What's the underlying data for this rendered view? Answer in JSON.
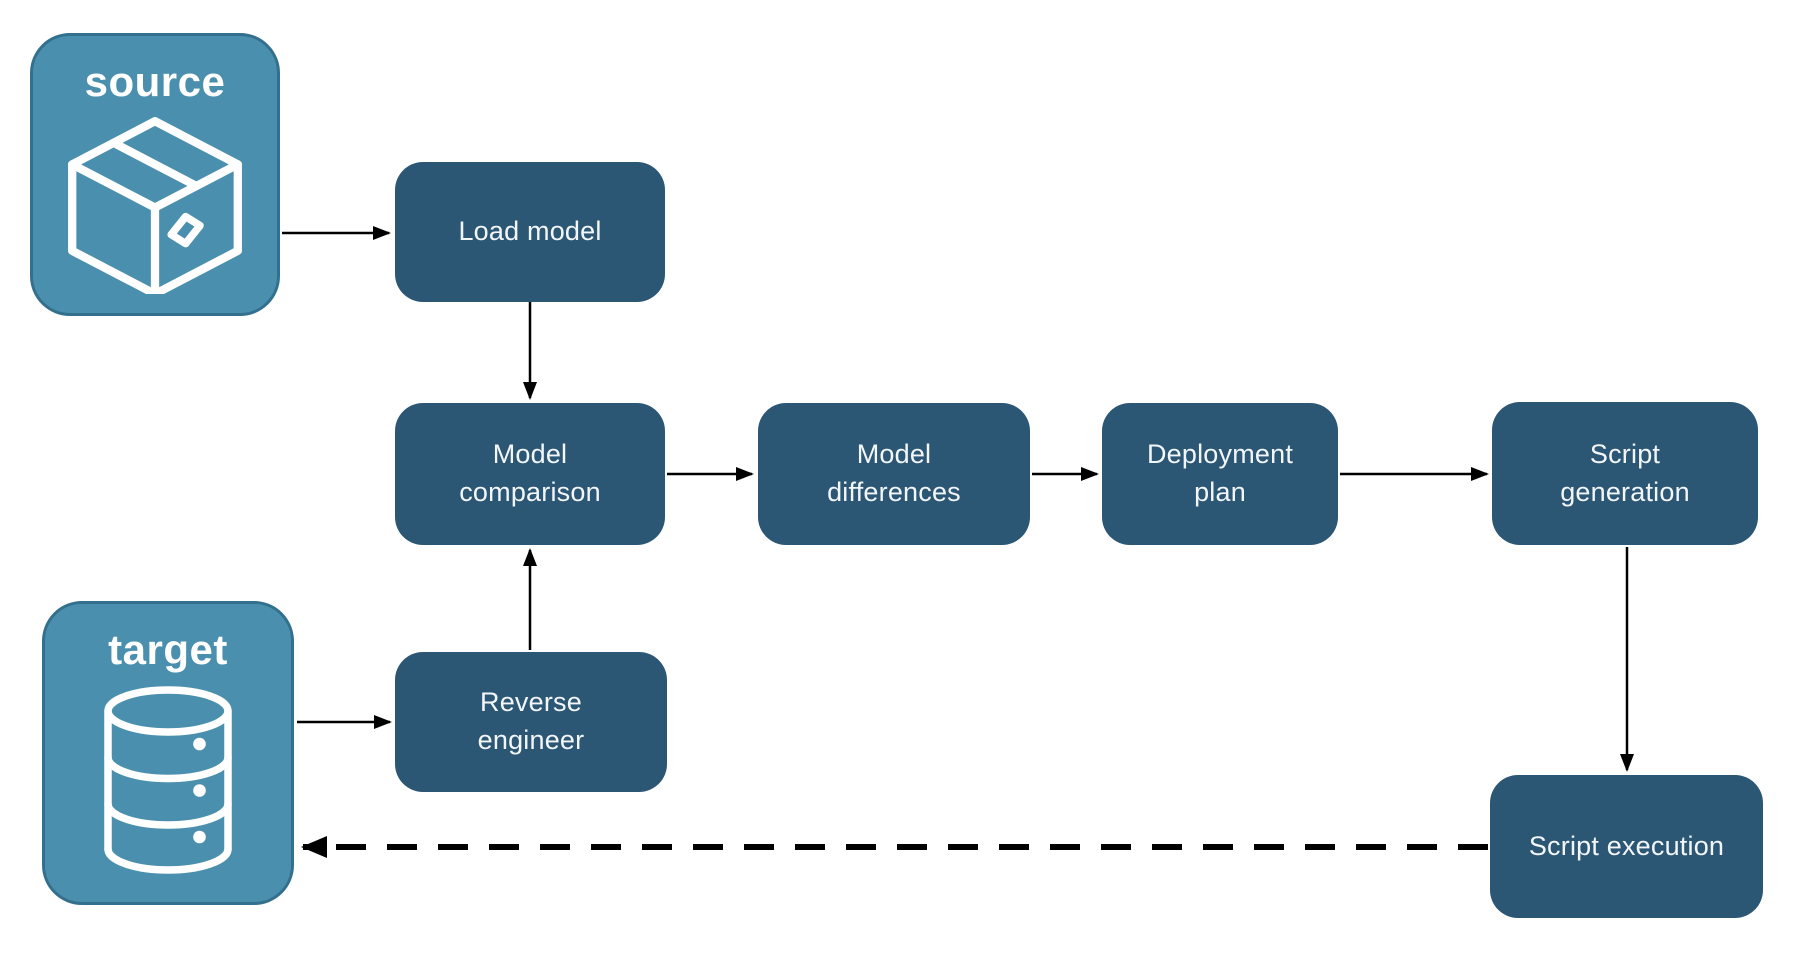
{
  "diagram": {
    "colors": {
      "node_fill": "#2B5674",
      "node_text": "#F2F6F9",
      "endpoint_fill": "#4A90AE",
      "endpoint_border": "#33708E",
      "endpoint_text": "#FFFFFF",
      "arrow": "#000000",
      "background": "#FFFFFF"
    },
    "endpoints": [
      {
        "id": "source",
        "label": "source",
        "icon": "package-icon"
      },
      {
        "id": "target",
        "label": "target",
        "icon": "database-icon"
      }
    ],
    "nodes": [
      {
        "id": "load-model",
        "label": "Load model"
      },
      {
        "id": "model-comparison",
        "label": "Model comparison"
      },
      {
        "id": "model-differences",
        "label": "Model differences"
      },
      {
        "id": "deployment-plan",
        "label": "Deployment plan"
      },
      {
        "id": "script-generation",
        "label": "Script generation"
      },
      {
        "id": "reverse-engineer",
        "label": "Reverse engineer"
      },
      {
        "id": "script-execution",
        "label": "Script execution"
      }
    ],
    "edges": [
      {
        "from": "source",
        "to": "load-model",
        "style": "solid"
      },
      {
        "from": "load-model",
        "to": "model-comparison",
        "style": "solid"
      },
      {
        "from": "model-comparison",
        "to": "model-differences",
        "style": "solid"
      },
      {
        "from": "model-differences",
        "to": "deployment-plan",
        "style": "solid"
      },
      {
        "from": "deployment-plan",
        "to": "script-generation",
        "style": "solid"
      },
      {
        "from": "script-generation",
        "to": "script-execution",
        "style": "solid"
      },
      {
        "from": "target",
        "to": "reverse-engineer",
        "style": "solid"
      },
      {
        "from": "reverse-engineer",
        "to": "model-comparison",
        "style": "solid"
      },
      {
        "from": "script-execution",
        "to": "target",
        "style": "dashed"
      }
    ]
  }
}
